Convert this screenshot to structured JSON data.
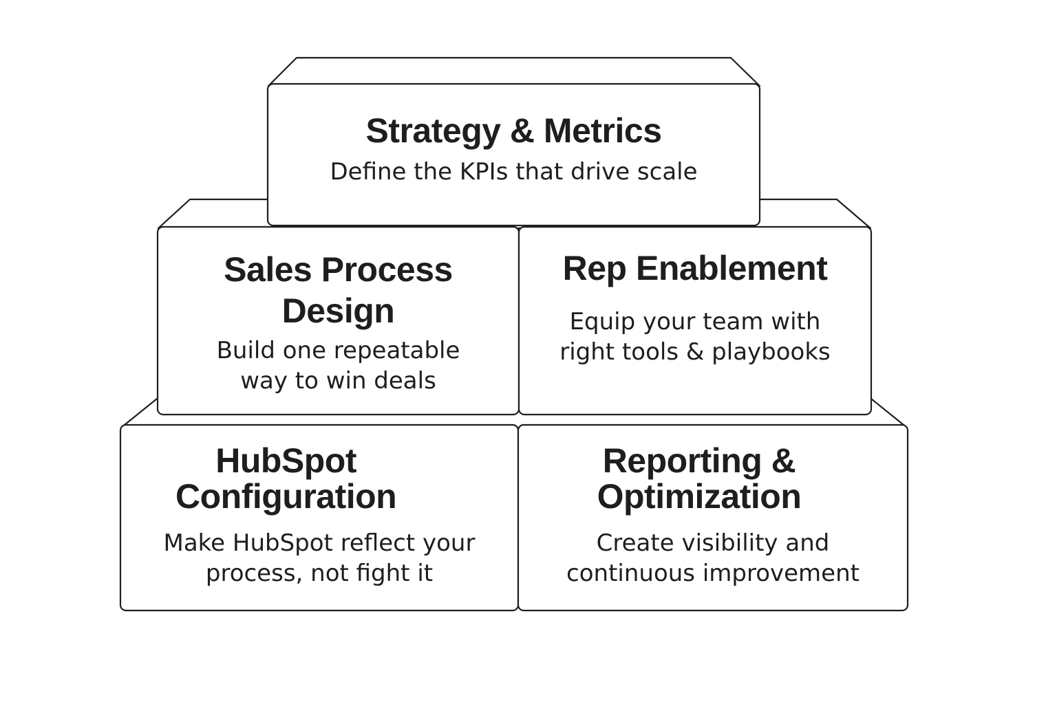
{
  "blocks": {
    "strategy": {
      "title": "Strategy & Metrics",
      "description": "Define the KPIs that drive scale"
    },
    "sales_process": {
      "title": "Sales Process\nDesign",
      "description": "Build one repeatable\nway to win deals"
    },
    "rep_enablement": {
      "title": "Rep Enablement",
      "description": "Equip your team with\nright tools & playbooks"
    },
    "hubspot_config": {
      "title": "HubSpot\nConfiguration",
      "description": "Make HubSpot reflect your\nprocess, not fight it"
    },
    "reporting": {
      "title": "Reporting &\nOptimization",
      "description": "Create visibility and\ncontinuous improvement"
    }
  },
  "style": {
    "stroke_color": "#1e1e1e",
    "fill_color": "#ffffff"
  }
}
